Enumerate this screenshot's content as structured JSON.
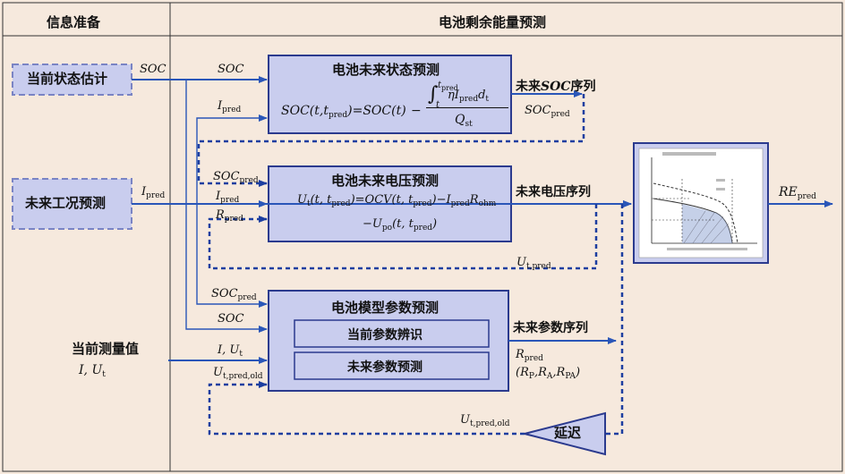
{
  "sections": {
    "left_title": "信息准备",
    "right_title": "电池剩余能量预测"
  },
  "inputs": {
    "state_estimation": "当前状态估计",
    "future_condition": "未来工况预测",
    "current_measure": "当前测量值",
    "current_measure_vars": {
      "i": "I",
      "sep": ", ",
      "u": "U",
      "u_sub": "t"
    }
  },
  "blocks": {
    "soc_pred": {
      "title": "电池未来状态预测",
      "formula_left": {
        "a": "SOC",
        "b": "(",
        "c": "t",
        "d": ",",
        "e": "t",
        "f": "pred",
        "g": ")=",
        "h": "SOC",
        "i": "(",
        "j": "t",
        "k": ")"
      },
      "formula_minus": "−",
      "integral_upper": "t",
      "integral_upper_sub": "pred",
      "integral_lower": "t",
      "integral_body": {
        "eta": "η",
        "i": "I",
        "i_sub": "pred",
        "d": "d",
        "d_sub": "t"
      },
      "denominator": {
        "q": "Q",
        "q_sub": "st"
      }
    },
    "voltage_pred": {
      "title": "电池未来电压预测",
      "line1": {
        "u": "U",
        "u_sub": "t",
        "a": "(",
        "t": "t",
        "c": ", ",
        "t2": "t",
        "t2_sub": "pred",
        "d": ")=",
        "ocv": "OCV",
        "e": "(",
        "t3": "t",
        "f": ", ",
        "t4": "t",
        "t4_sub": "pred",
        "g": ")−",
        "i": "I",
        "i_sub": "pred",
        "r": "R",
        "r_sub": "ohm"
      },
      "line2": {
        "a": "−",
        "u": "U",
        "u_sub": "po",
        "b": "(",
        "t": "t",
        "c": ", ",
        "t2": "t",
        "t2_sub": "pred",
        "d": ")"
      }
    },
    "param_pred": {
      "title": "电池模型参数预测",
      "sub1": "当前参数辨识",
      "sub2": "未来参数预测"
    },
    "delay": "延迟"
  },
  "signals": {
    "soc": "SOC",
    "i_pred": {
      "main": "I",
      "sub": "pred"
    },
    "soc_pred": {
      "main": "SOC",
      "sub": "pred"
    },
    "r_pred": {
      "main": "R",
      "sub": "pred"
    },
    "i_ut": {
      "i": "I",
      "sep": ", ",
      "u": "U",
      "u_sub": "t"
    },
    "ut_pred_old": {
      "main": "U",
      "sub": "t,pred,old"
    },
    "ut_pred": {
      "main": "U",
      "sub": "t,pred"
    },
    "re_pred": {
      "main": "RE",
      "sub": "pred"
    },
    "rp_ra_rpa": {
      "a": "(",
      "r1": "R",
      "r1_sub": "P",
      "s1": ",",
      "r2": "R",
      "r2_sub": "A",
      "s2": ",",
      "r3": "R",
      "r3_sub": "PA",
      "b": ")"
    }
  },
  "outputs": {
    "future_soc_seq": {
      "a": "未来",
      "soc": "SOC",
      "b": "序列"
    },
    "future_voltage_seq": "未来电压序列",
    "future_param_seq": "未来参数序列"
  },
  "colors": {
    "background": "#f6e9dd",
    "box_fill": "#c9cdee",
    "box_border": "#2b3a8e",
    "arrow": "#2a56b8",
    "dashed": "#1c3ea0",
    "divider": "#333333"
  },
  "icons": {
    "energy_chart": "energy-chart-icon"
  }
}
